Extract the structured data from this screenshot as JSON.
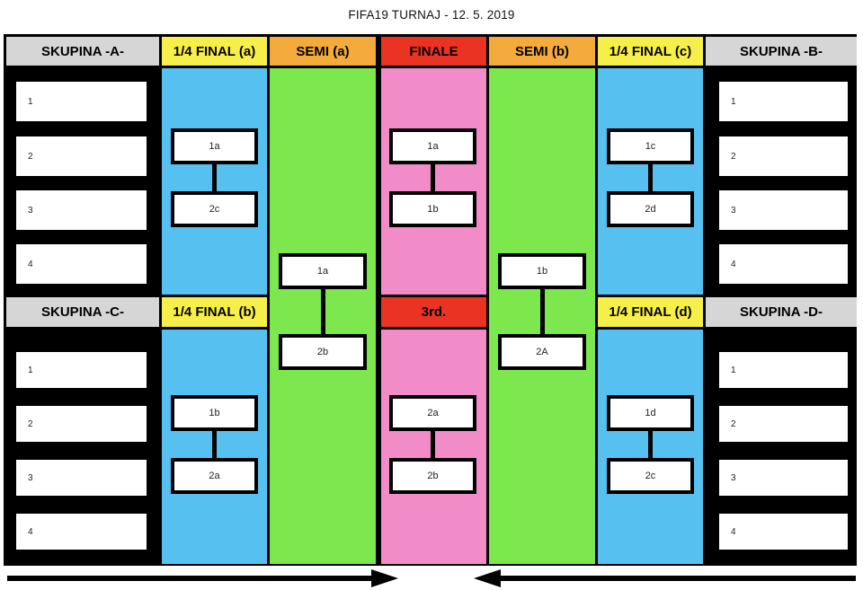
{
  "title": "FIFA19 TURNAJ - 12. 5. 2019",
  "palette": {
    "frame": "#000000",
    "group_header": "#d6d6d6",
    "quarter_header": "#f7ef49",
    "semi_header": "#f5ab3b",
    "final_header": "#ea3323",
    "quarter_body": "#56c1f1",
    "semi_body": "#7ce84d",
    "final_body": "#f18cc9",
    "box": "#ffffff"
  },
  "icons": {
    "bottom_left": "arrow-pointing-right",
    "bottom_right": "arrow-pointing-left"
  },
  "headers": {
    "group_a": "SKUPINA -A-",
    "qf_a": "1/4 FINAL (a)",
    "semi_a": "SEMI (a)",
    "finale": "FINALE",
    "semi_b": "SEMI (b)",
    "qf_c": "1/4 FINAL (c)",
    "group_b": "SKUPINA -B-",
    "group_c": "SKUPINA -C-",
    "qf_b": "1/4 FINAL (b)",
    "third": "3rd.",
    "qf_d": "1/4 FINAL (d)",
    "group_d": "SKUPINA -D-"
  },
  "groups": {
    "a": {
      "slots": [
        "1",
        "2",
        "3",
        "4"
      ]
    },
    "b": {
      "slots": [
        "1",
        "2",
        "3",
        "4"
      ]
    },
    "c": {
      "slots": [
        "1",
        "2",
        "3",
        "4"
      ]
    },
    "d": {
      "slots": [
        "1",
        "2",
        "3",
        "4"
      ]
    }
  },
  "matches": {
    "qf_a": [
      "1a",
      "2c"
    ],
    "qf_b": [
      "1b",
      "2a"
    ],
    "qf_c": [
      "1c",
      "2d"
    ],
    "qf_d": [
      "1d",
      "2c"
    ],
    "semi_a": [
      "1a",
      "2b"
    ],
    "semi_b": [
      "1b",
      "2A"
    ],
    "finale": [
      "1a",
      "1b"
    ],
    "third": [
      "2a",
      "2b"
    ]
  }
}
